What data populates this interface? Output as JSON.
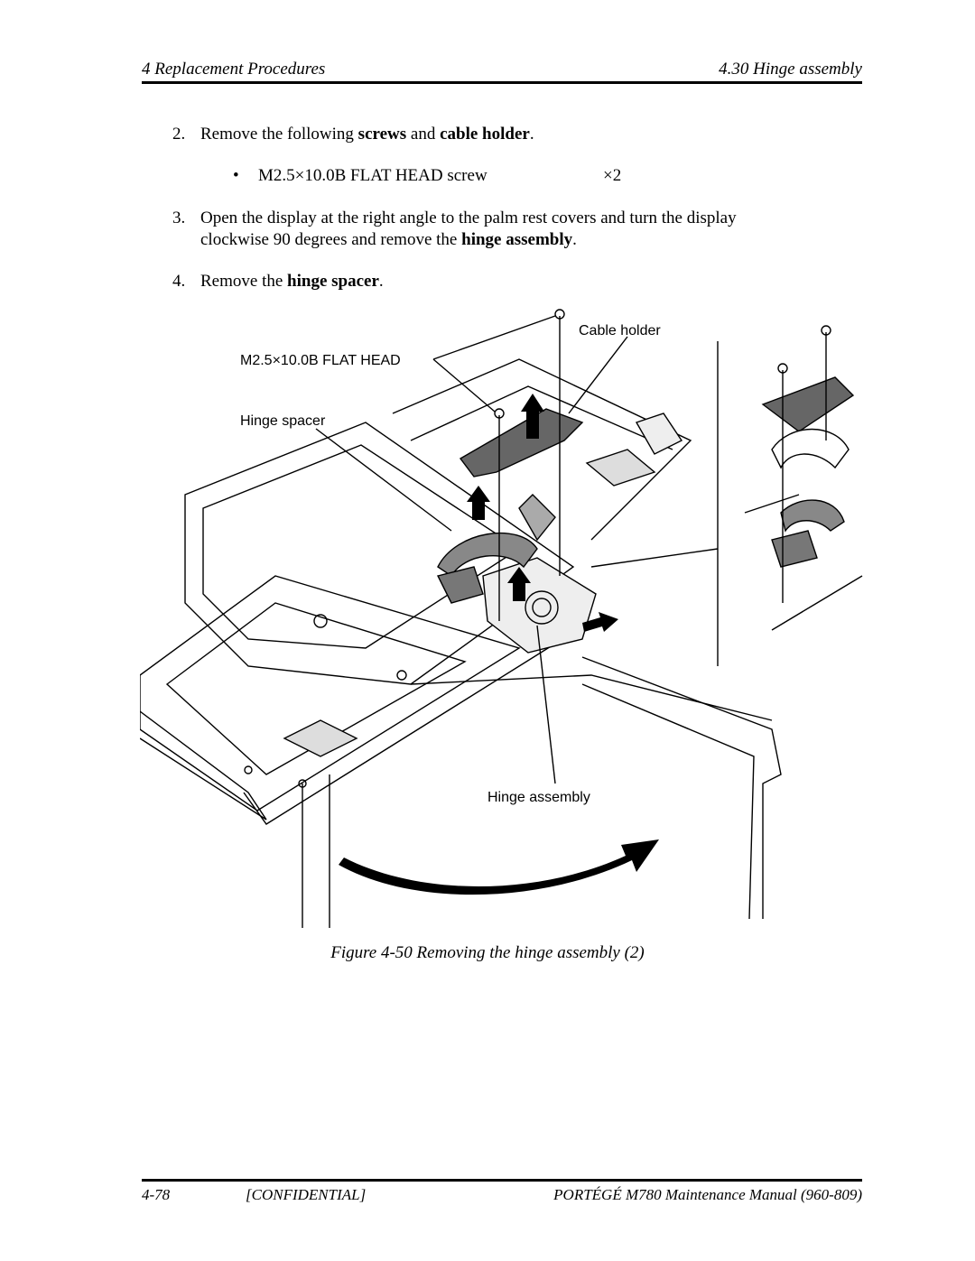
{
  "header": {
    "left": "4 Replacement Procedures",
    "right": "4.30 Hinge assembly"
  },
  "steps": [
    {
      "number": "2.",
      "text_before": "Remove the following ",
      "bold1": "screws",
      "text_mid": " and ",
      "bold2": "cable holder",
      "text_after": "."
    },
    {
      "number": "3.",
      "line1": "Open the display at the right angle to the palm rest covers and turn the display",
      "line2_before": "clockwise 90 degrees and remove the ",
      "line2_bold": "hinge assembly",
      "line2_after": "."
    },
    {
      "number": "4.",
      "text_before": "Remove the ",
      "bold": "hinge spacer",
      "text_after": "."
    }
  ],
  "screw_list": {
    "bullet": "•",
    "spec": "M2.5×10.0B    FLAT HEAD screw",
    "qty": "×2"
  },
  "figure": {
    "labels": {
      "cable_holder": "Cable holder",
      "screw": "M2.5×10.0B  FLAT HEAD",
      "hinge_spacer": "Hinge spacer",
      "hinge_assembly": "Hinge assembly"
    },
    "caption": "Figure 4-50  Removing the hinge assembly (2)"
  },
  "footer": {
    "page": "4-78",
    "confidential": "[CONFIDENTIAL]",
    "manual": "PORTÉGÉ M780 Maintenance Manual (960-809)"
  }
}
